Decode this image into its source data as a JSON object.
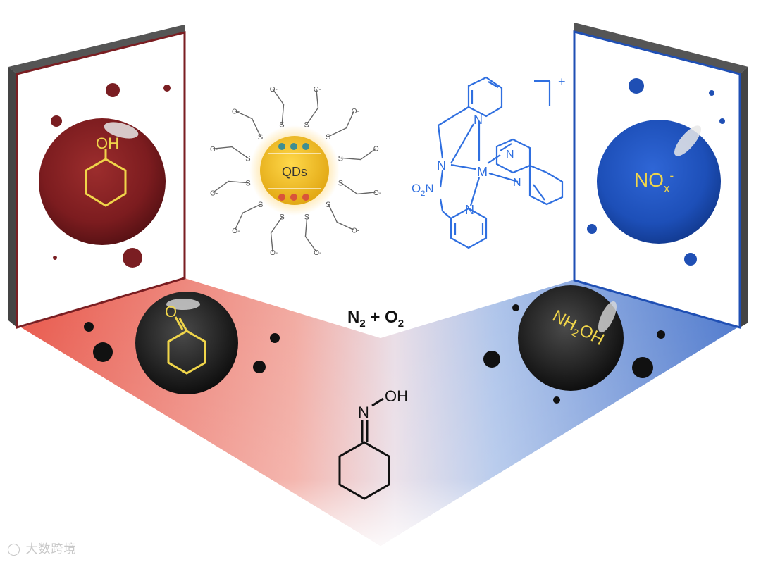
{
  "labels": {
    "alcohol_group": "OH",
    "qds": "QDs",
    "nitrogen_oxygen": "N",
    "n2": "N",
    "n2_sub": "2",
    "plus": " + ",
    "o2": "O",
    "o2_sub": "2",
    "nox_main": "NO",
    "nox_sub": "x",
    "nox_sup": "-",
    "nh2oh_a": "NH",
    "nh2oh_sub": "2",
    "nh2oh_b": "OH",
    "oxime_n": "N",
    "oxime_oh": "OH",
    "ketone_o": "O",
    "complex_metal": "M",
    "complex_n": "N",
    "complex_o2n_o": "O",
    "complex_o2n_sub": "2",
    "complex_o2n_n": "N",
    "complex_charge": "+",
    "thiol_s": "S",
    "carboxylate_o": "O",
    "minus": "-"
  },
  "watermark": "大数跨境",
  "colors": {
    "left_panel": "#7a1e22",
    "right_panel": "#1f4fb4",
    "qd_gold": "#f2c230",
    "complex_blue": "#2f6fe0",
    "bond_yellow": "#f0d54a"
  }
}
